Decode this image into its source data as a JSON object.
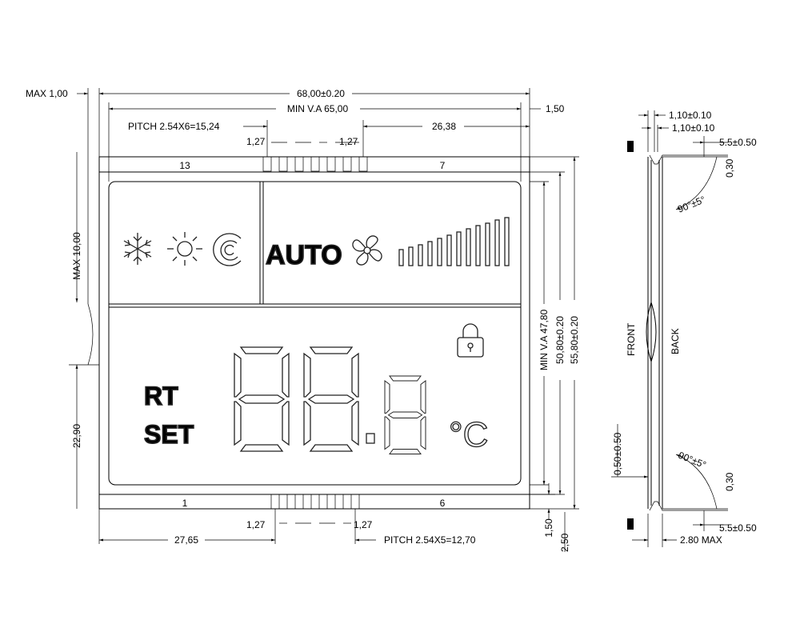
{
  "dims": {
    "max_edge": "MAX 1,00",
    "overall_width": "68,00±0.20",
    "min_va_width": "MIN V.A 65,00",
    "right_margin": "1,50",
    "pitch_top": "PITCH 2.54X6=15,24",
    "top_offset": "26,38",
    "pin_gap_left_top": "1,27",
    "pin_gap_right_top": "1,27",
    "pin_top_left": "13",
    "pin_top_right": "7",
    "max_height_left": "MAX 10,00",
    "left_height": "22,90",
    "min_va_height": "MIN V.A 47,80",
    "h_50": "50,80±0.20",
    "h_55": "55,80±0.20",
    "pin_bottom_left": "1",
    "pin_bottom_right": "6",
    "pin_gap_left_bot": "1,27",
    "pin_gap_right_bot": "1,27",
    "bottom_offset": "27,65",
    "pitch_bottom": "PITCH 2.54X5=12,70",
    "bottom_margin": "1,50",
    "bottom_total": "2,50"
  },
  "lcd": {
    "auto": "AUTO",
    "rt": "RT",
    "set": "SET",
    "digits": "88.8",
    "unit": "°C"
  },
  "side": {
    "t1": "1,10±0.10",
    "t2": "1,10±0.10",
    "pin_len_top": "5.5±0.50",
    "pin_th_top": "0,30",
    "angle_top": "90°±5°",
    "front": "FRONT",
    "back": "BACK",
    "angle_bot": "90°±5°",
    "bend": "0,50±0.50",
    "pin_th_bot": "0,30",
    "pin_len_bot": "5.5±0.50",
    "max_thick": "2.80 MAX"
  }
}
